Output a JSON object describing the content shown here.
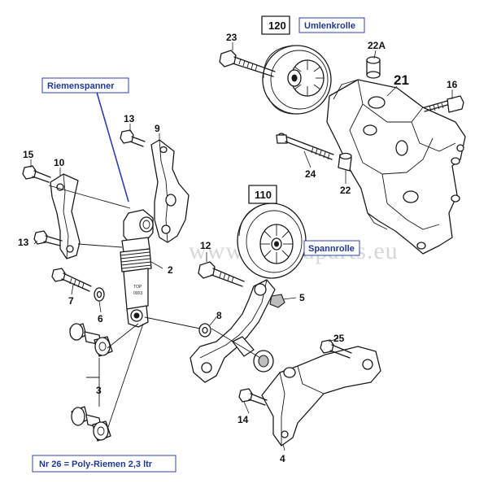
{
  "labels": {
    "riemenspanner": "Riemenspanner",
    "umlenkrolle": "Umlenkrolle",
    "spannrolle": "Spannrolle",
    "note": "Nr 26 =  Poly-Riemen 2,3 ltr"
  },
  "watermark": "www.sealedparts.eu",
  "callouts": {
    "p120": "120",
    "p110": "110",
    "p23": "23",
    "p22a": "22A",
    "p21": "21",
    "p16": "16",
    "p24": "24",
    "p22": "22",
    "p13a": "13",
    "p13b": "13",
    "p9": "9",
    "p15": "15",
    "p10": "10",
    "p2": "2",
    "p12": "12",
    "p5": "5",
    "p7": "7",
    "p6": "6",
    "p8": "8",
    "p25": "25",
    "p3": "3",
    "p14": "14",
    "p4": "4"
  },
  "tensioner_marks": {
    "top": "TOP",
    "code": "0003"
  },
  "colors": {
    "label_text": "#1f3a93",
    "label_border": "#2b3fb0",
    "line": "#1a1a1a"
  }
}
